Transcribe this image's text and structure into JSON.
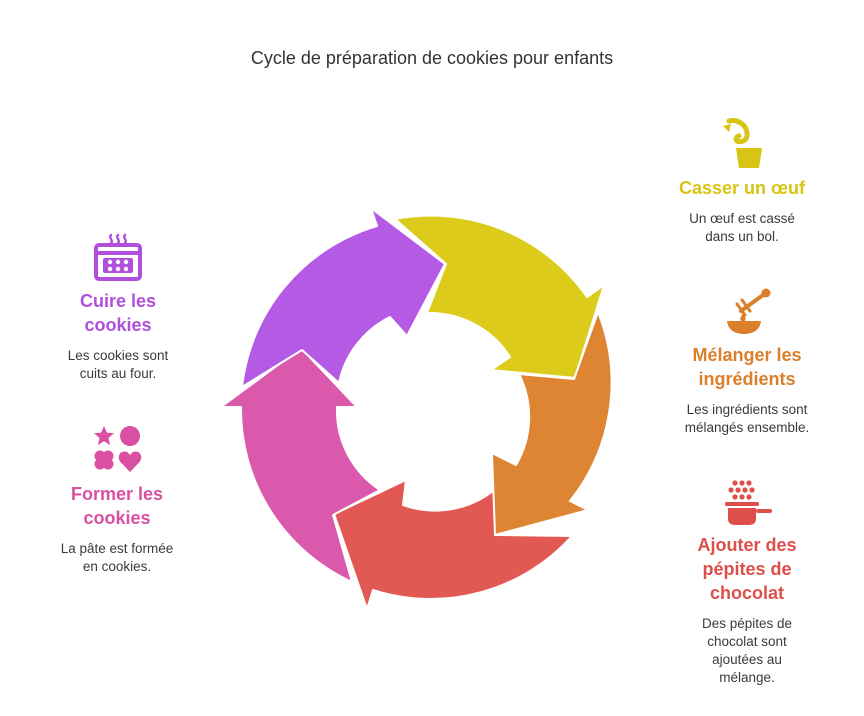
{
  "title": "Cycle de préparation de cookies pour enfants",
  "colors": {
    "yellow": "#dccb1a",
    "orange": "#de8533",
    "red": "#e25853",
    "pink": "#da59ac",
    "purple": "#b45ae4"
  },
  "steps": {
    "casser": {
      "heading_lines": [
        "Casser un œuf"
      ],
      "desc_lines": [
        "Un œuf est cassé",
        "dans un bol."
      ],
      "icon": "egg-cracking-icon",
      "color": "#d8c413"
    },
    "melanger": {
      "heading_lines": [
        "Mélanger les",
        "ingrédients"
      ],
      "desc_lines": [
        "Les ingrédients sont",
        "mélangés ensemble."
      ],
      "icon": "honey-bowl-icon",
      "color": "#dc7f2a"
    },
    "pepites": {
      "heading_lines": [
        "Ajouter des",
        "pépites de",
        "chocolat"
      ],
      "desc_lines": [
        "Des pépites de",
        "chocolat sont",
        "ajoutées au",
        "mélange."
      ],
      "icon": "pot-chips-icon",
      "color": "#de4f4a"
    },
    "cuire": {
      "heading_lines": [
        "Cuire les",
        "cookies"
      ],
      "desc_lines": [
        "Les cookies sont",
        "cuits au four."
      ],
      "icon": "oven-icon",
      "color": "#b04fdc"
    },
    "former": {
      "heading_lines": [
        "Former les",
        "cookies"
      ],
      "desc_lines": [
        "La pâte est formée",
        "en cookies."
      ],
      "icon": "shapes-icon",
      "color": "#d94fa2"
    }
  }
}
